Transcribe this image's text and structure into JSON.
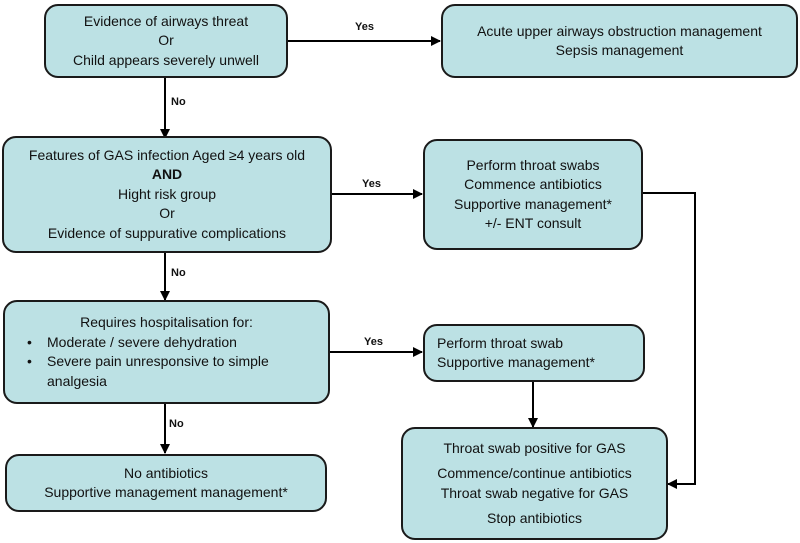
{
  "diagram": {
    "type": "flowchart",
    "colors": {
      "box_fill": "#bce1e4",
      "box_border": "#1a1a1a",
      "arrow": "#000000"
    },
    "nodes": {
      "airway_threat": {
        "lines": [
          "Evidence of airways threat",
          "Or",
          "Child appears severely unwell"
        ]
      },
      "acute_management": {
        "lines": [
          "Acute upper airways obstruction management",
          "Sepsis management"
        ]
      },
      "gas_features": {
        "lines": [
          "Features of GAS infection Aged ≥4 years old",
          "AND",
          "Hight risk group",
          "Or",
          "Evidence of suppurative complications"
        ]
      },
      "swabs_antibiotics": {
        "lines": [
          "Perform throat swabs",
          "Commence antibiotics",
          "Supportive management*",
          "+/- ENT consult"
        ]
      },
      "hospitalisation": {
        "title": "Requires hospitalisation for:",
        "bullets": [
          "Moderate / severe dehydration",
          "Severe pain unresponsive to simple analgesia"
        ]
      },
      "swab_supportive": {
        "lines": [
          "Perform throat swab",
          "Supportive management*"
        ]
      },
      "no_antibiotics": {
        "lines": [
          "No antibiotics",
          "Supportive management management*"
        ]
      },
      "swab_result": {
        "lines": [
          "Throat swab positive for GAS",
          "Commence/continue antibiotics",
          "Throat swab negative for GAS",
          "Stop antibiotics"
        ]
      }
    },
    "edge_labels": {
      "yes": "Yes",
      "no": "No"
    }
  }
}
